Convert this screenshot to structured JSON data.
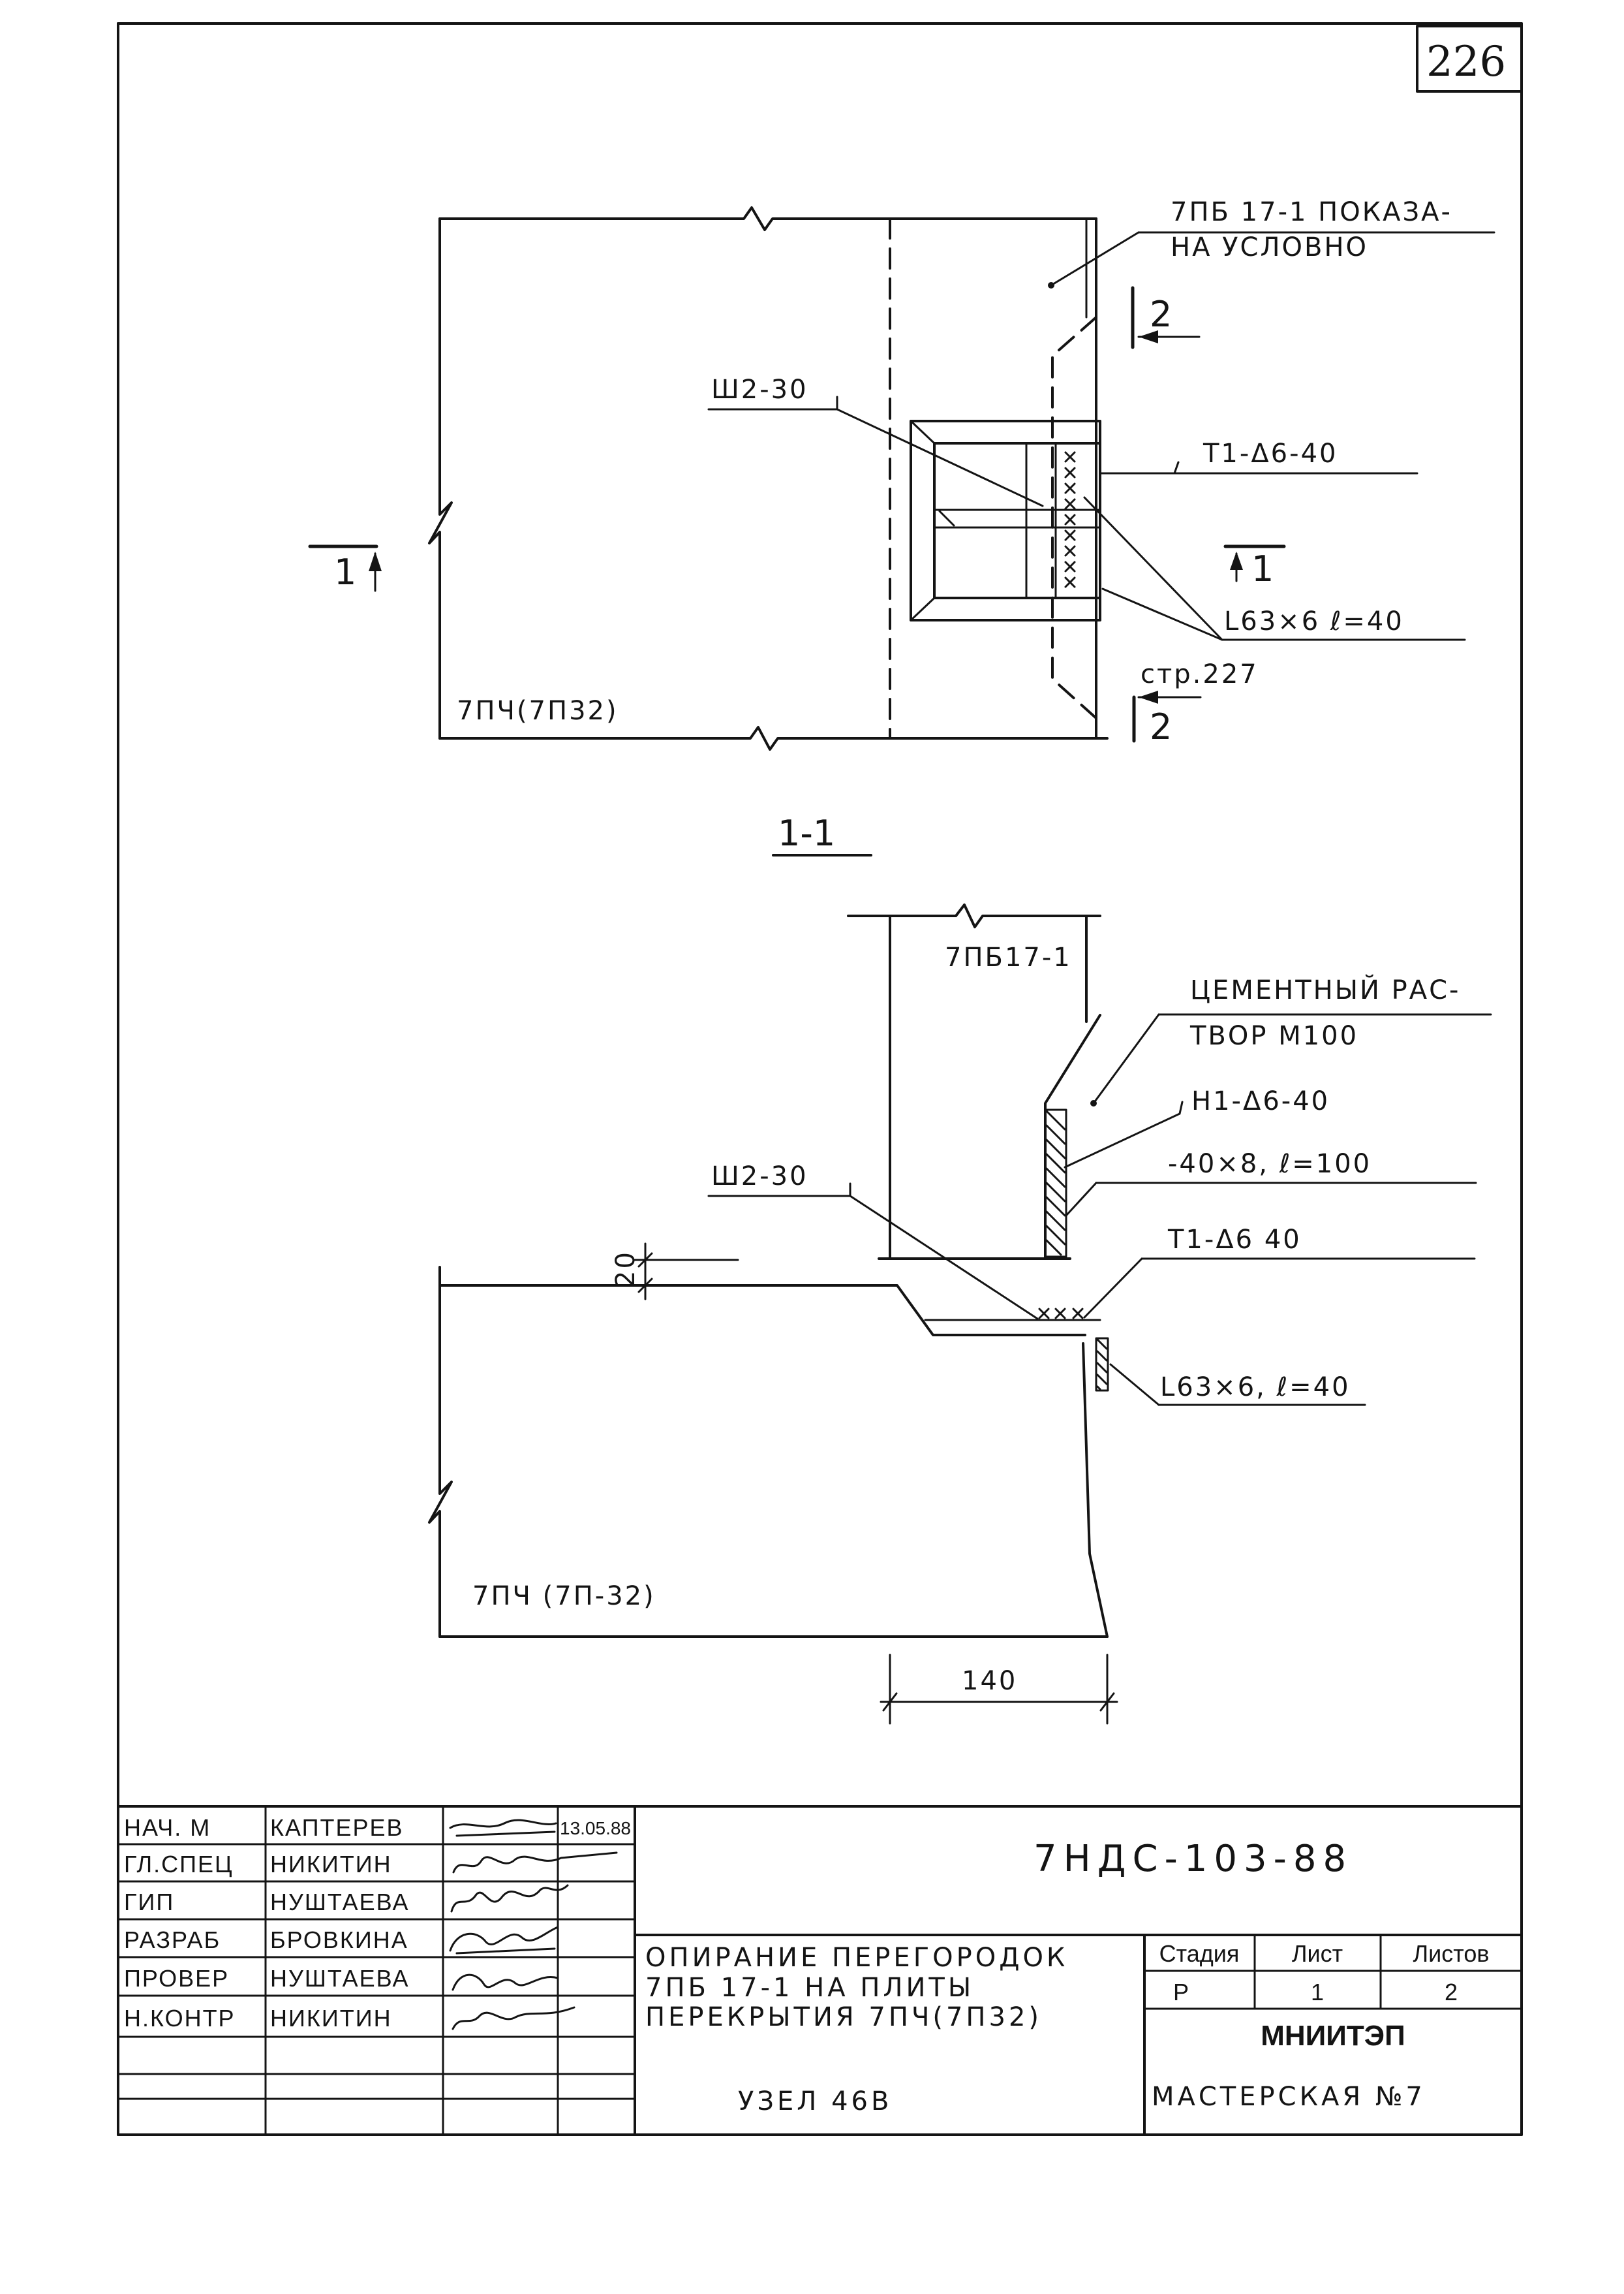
{
  "sheet_number": "226",
  "plan_view": {
    "partition_note_line1": "7ПБ 17-1 ПОКАЗА-",
    "partition_note_line2": "НА УСЛОВНО",
    "bolt_label": "Ш2-30",
    "weld_label": "Т1-Δ6-40",
    "angle_label": "L63×6 ℓ=40",
    "slab_label": "7ПЧ(7П32)",
    "section_1_left": "1",
    "section_1_right": "1",
    "section_2_top": "2",
    "section_2_bottom": "2",
    "sheet_reference": "стр.227"
  },
  "section_view": {
    "title": "1-1",
    "partition_label": "7ПБ17-1",
    "mortar_label_line1": "ЦЕМЕНТНЫЙ РАС-",
    "mortar_label_line2": "ТВОР М100",
    "anchor_label": "Н1-Δ6-40",
    "plate_label": "-40×8, ℓ=100",
    "bolt_label": "Ш2-30",
    "weld_label": "Т1-Δ6 40",
    "angle_label": "L63×6, ℓ=40",
    "slab_label": "7ПЧ (7П-32)",
    "gap_dimension": "20",
    "width_dimension": "140"
  },
  "title_block": {
    "signatories": [
      {
        "role": "НАЧ. М",
        "name": "КАПТЕРЕВ"
      },
      {
        "role": "ГЛ.СПЕЦ",
        "name": "НИКИТИН"
      },
      {
        "role": "ГИП",
        "name": "НУШТАЕВА"
      },
      {
        "role": "РАЗРАБ",
        "name": "БРОВКИНА"
      },
      {
        "role": "ПРОВЕР",
        "name": "НУШТАЕВА"
      },
      {
        "role": "Н.КОНТР",
        "name": "НИКИТИН"
      }
    ],
    "date": "13.05.88",
    "document_code": "7НДС-103-88",
    "description": [
      "ОПИРАНИЕ ПЕРЕГОРОДОК",
      "7ПБ 17-1 НА ПЛИТЫ",
      "ПЕРЕКРЫТИЯ 7ПЧ(7П32)"
    ],
    "node": "УЗЕЛ 46В",
    "stage_header": "Стадия",
    "sheet_header": "Лист",
    "sheets_header": "Листов",
    "stage": "Р",
    "sheet": "1",
    "sheets": "2",
    "organization": "МНИИТЭП",
    "workshop": "МАСТЕРСКАЯ №7"
  }
}
